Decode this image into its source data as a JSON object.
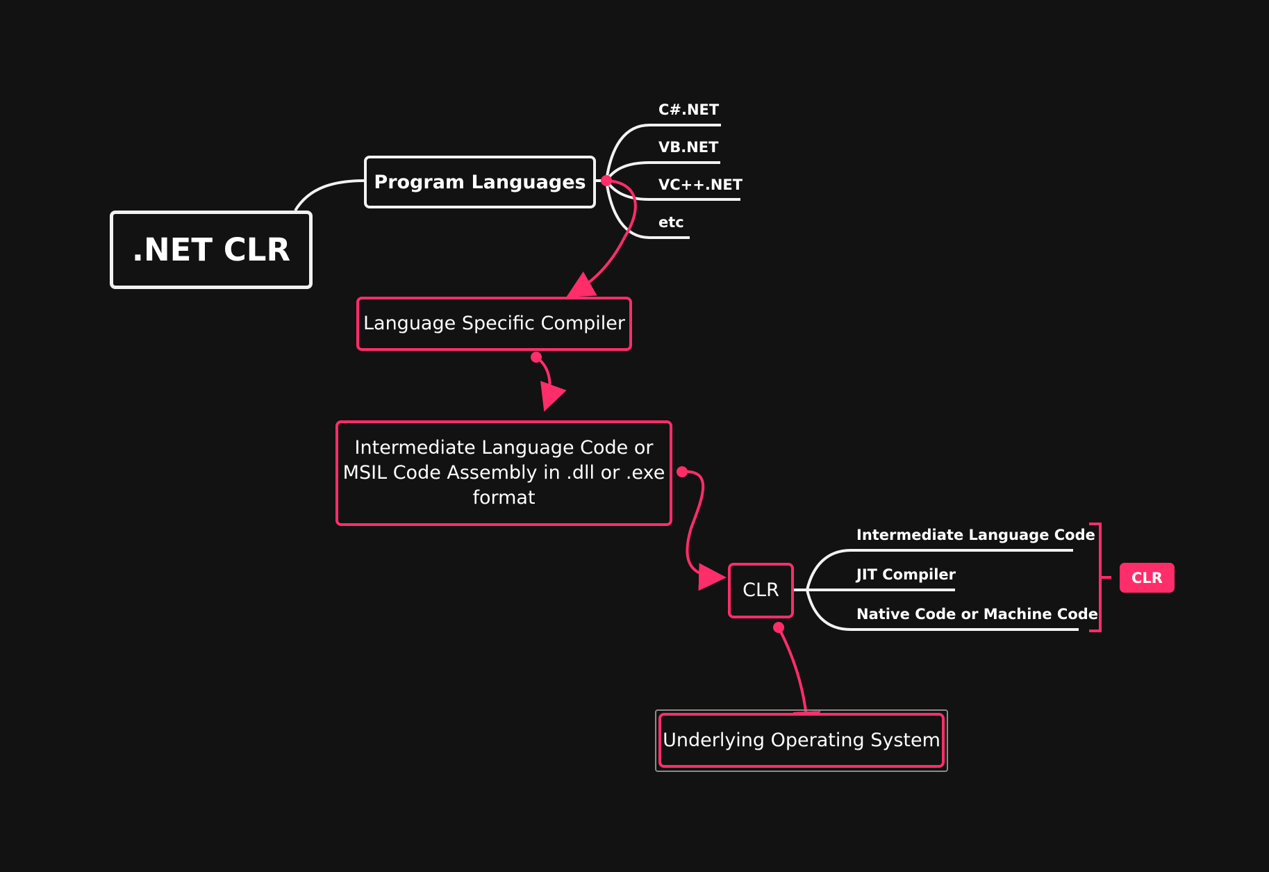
{
  "root": {
    "label": ".NET CLR"
  },
  "program_languages": {
    "label": "Program Languages",
    "children": [
      "C#.NET",
      "VB.NET",
      "VC++.NET",
      "etc"
    ]
  },
  "compiler": {
    "label": "Language Specific Compiler"
  },
  "il_code": {
    "line1": "Intermediate Language Code or",
    "line2": "MSIL Code Assembly in .dll or .exe",
    "line3": "format"
  },
  "clr": {
    "label": "CLR",
    "children": [
      "Intermediate Language Code",
      "JIT Compiler",
      "Native Code or Machine Code"
    ],
    "summary_tag": "CLR"
  },
  "os": {
    "label": "Underlying Operating System"
  },
  "colors": {
    "background": "#121212",
    "accent": "#ff2d6a",
    "line": "#f2f2f2"
  }
}
